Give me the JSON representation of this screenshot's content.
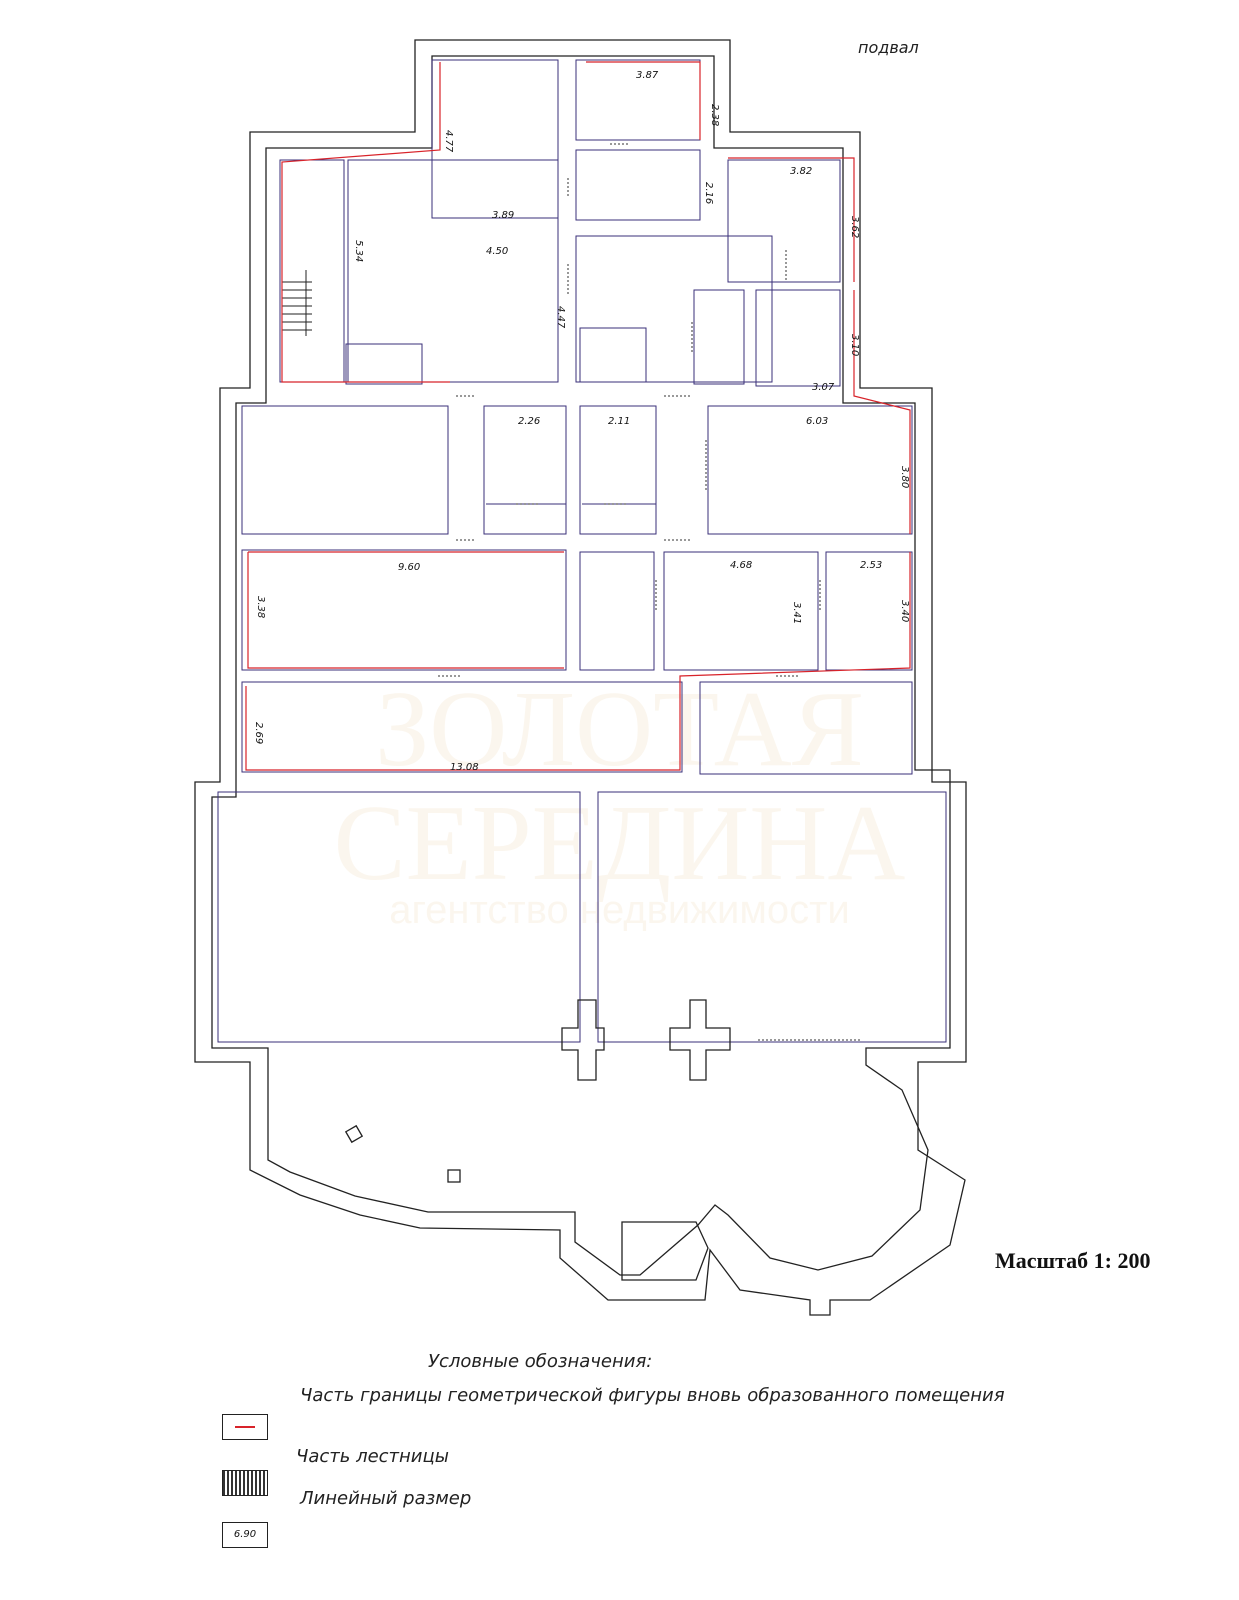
{
  "header": {
    "floor_label": "подвал"
  },
  "dimensions": [
    {
      "id": "d1",
      "text": "3.87"
    },
    {
      "id": "d2",
      "text": "2.38"
    },
    {
      "id": "d3",
      "text": "4.77"
    },
    {
      "id": "d4",
      "text": "2.16"
    },
    {
      "id": "d5",
      "text": "3.89"
    },
    {
      "id": "d6",
      "text": "3.82"
    },
    {
      "id": "d7",
      "text": "3.62"
    },
    {
      "id": "d8",
      "text": "5.34"
    },
    {
      "id": "d9",
      "text": "4.50"
    },
    {
      "id": "d10",
      "text": "4.47"
    },
    {
      "id": "d11",
      "text": "3.10"
    },
    {
      "id": "d12",
      "text": "3.07"
    },
    {
      "id": "d13",
      "text": "2.26"
    },
    {
      "id": "d14",
      "text": "2.11"
    },
    {
      "id": "d15",
      "text": "6.03"
    },
    {
      "id": "d16",
      "text": "3.80"
    },
    {
      "id": "d17",
      "text": "9.60"
    },
    {
      "id": "d18",
      "text": "3.38"
    },
    {
      "id": "d19",
      "text": "4.68"
    },
    {
      "id": "d20",
      "text": "2.53"
    },
    {
      "id": "d21",
      "text": "3.41"
    },
    {
      "id": "d22",
      "text": "3.40"
    },
    {
      "id": "d23",
      "text": "2.69"
    },
    {
      "id": "d24",
      "text": "13.08"
    }
  ],
  "scale": {
    "text": "Масштаб 1: 200"
  },
  "legend": {
    "title": "Условные обозначения:",
    "items": [
      {
        "label": "Часть границы геометрической фигуры вновь образованного помещения"
      },
      {
        "label": "Часть лестницы"
      },
      {
        "label": "Линейный размер"
      }
    ],
    "dim_sample": "6.90"
  },
  "watermark": {
    "line1": "ЗОЛОТАЯ",
    "line2": "СЕРЕДИНА",
    "line3": "агентство недвижимости"
  },
  "colors": {
    "boundary": "#d8232a",
    "wall": "#222222"
  }
}
